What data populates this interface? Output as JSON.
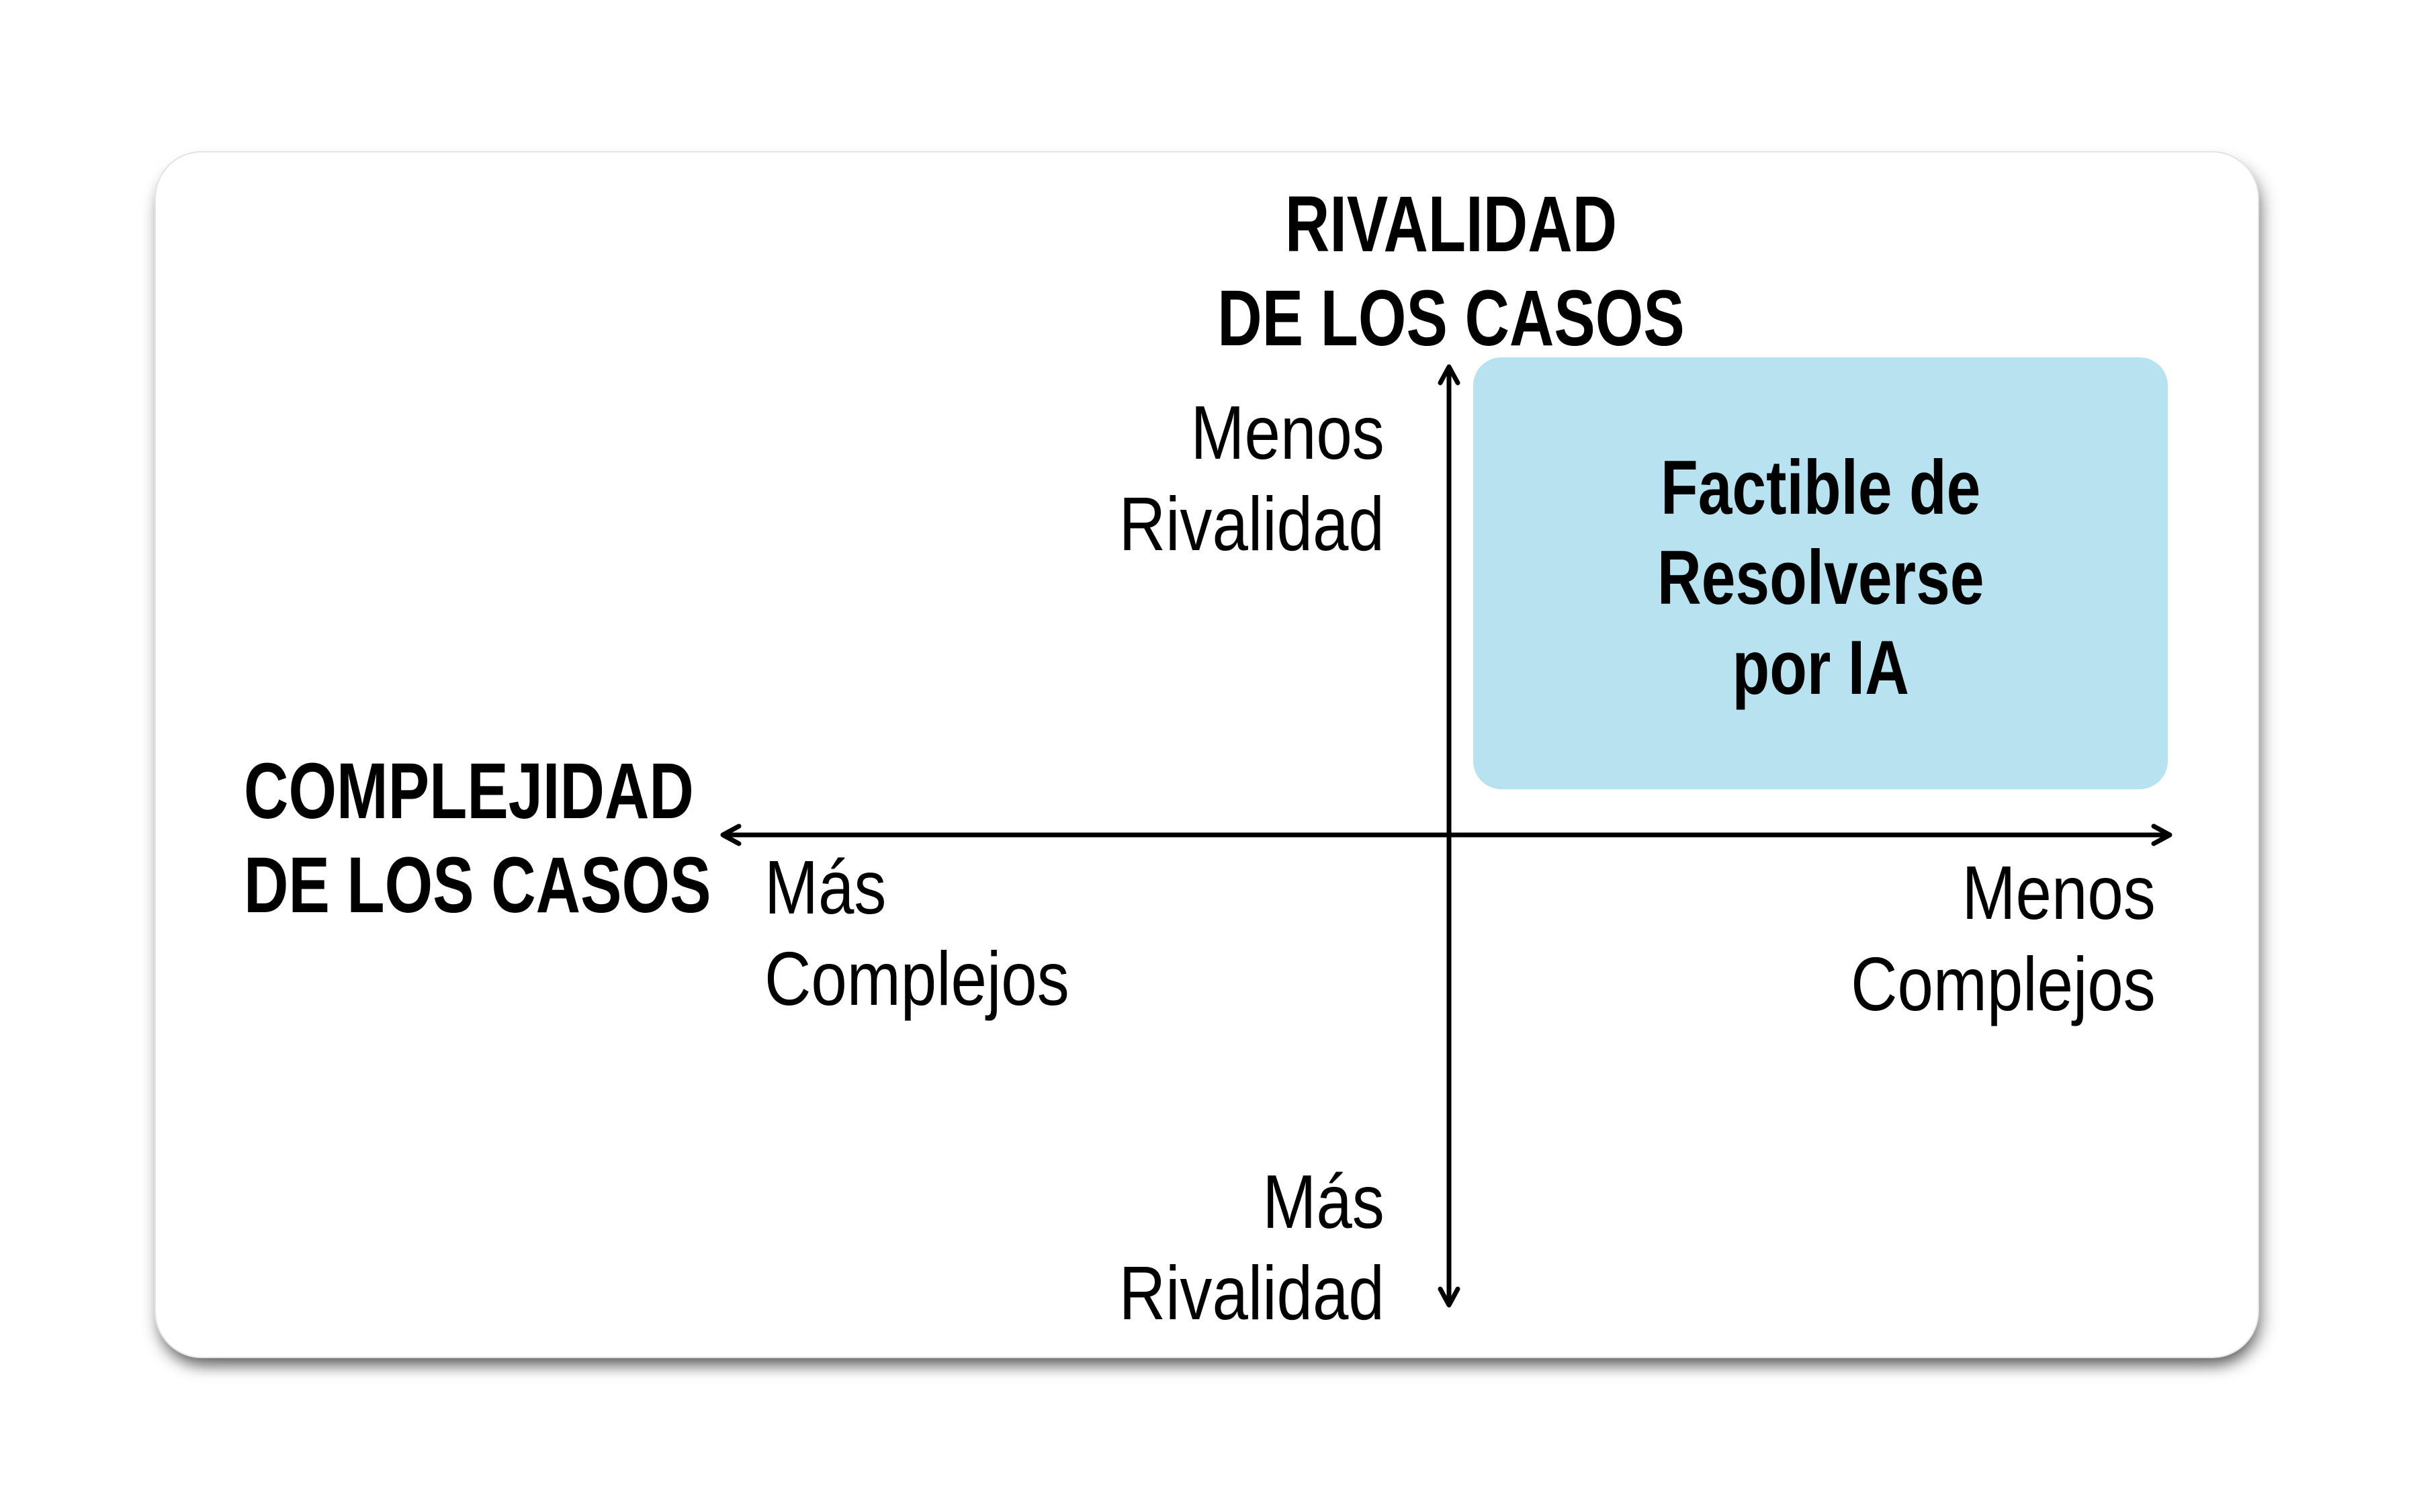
{
  "colors": {
    "page_bg": "#ffffff",
    "card_bg": "#ffffff",
    "card_border": "#e4e4e4",
    "axis": "#000000",
    "text": "#000000",
    "highlight_bg": "#b6e3ef"
  },
  "vertical_axis": {
    "title": {
      "line1": "RIVALIDAD",
      "line2": "DE LOS CASOS"
    },
    "top_label": {
      "line1": "Menos",
      "line2": "Rivalidad"
    },
    "bottom_label": {
      "line1": "Más",
      "line2": "Rivalidad"
    }
  },
  "horizontal_axis": {
    "title": {
      "line1": "COMPLEJIDAD",
      "line2": "DE LOS CASOS"
    },
    "left_label": {
      "line1": "Más",
      "line2": "Complejos"
    },
    "right_label": {
      "line1": "Menos",
      "line2": "Complejos"
    }
  },
  "highlight_box": {
    "line1": "Factible de",
    "line2": "Resolverse",
    "line3": "por IA"
  }
}
